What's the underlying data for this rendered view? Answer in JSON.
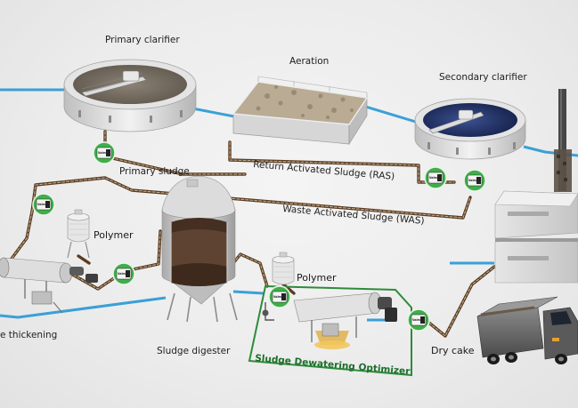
{
  "labels": {
    "primary_clarifier": "Primary clarifier",
    "aeration": "Aeration",
    "secondary_clarifier": "Secondary clarifier",
    "primary_sludge": "Primary sludge",
    "ras": "Return Activated Sludge (RAS)",
    "was": "Waste Activated Sludge (WAS)",
    "polymer_left": "Polymer",
    "polymer_center": "Polymer",
    "thickening": "e thickening",
    "sludge_digester": "Sludge digester",
    "optimizer": "Sludge Dewatering Optimizer",
    "dry_cake": "Dry cake"
  },
  "analyzer_badge": "Valmet",
  "colors": {
    "water_pipe": "#3aa0d6",
    "sludge_pipe": "#6b4a2c",
    "badge_green": "#3fae49",
    "optimizer_green": "#2e8b3a",
    "clarifier_tank": "#d9d9d9",
    "secondary_water": "#1c2c5e"
  }
}
